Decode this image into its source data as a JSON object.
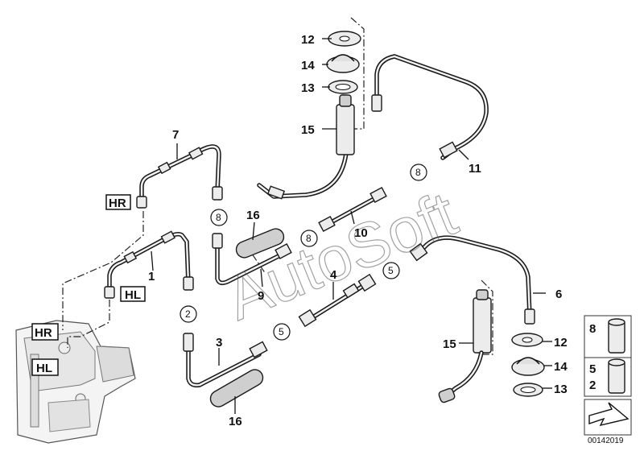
{
  "diagram": {
    "part_numbers": [
      {
        "id": "p12a",
        "text": "12"
      },
      {
        "id": "p14a",
        "text": "14"
      },
      {
        "id": "p13a",
        "text": "13"
      },
      {
        "id": "p15a",
        "text": "15"
      },
      {
        "id": "p7",
        "text": "7"
      },
      {
        "id": "p11",
        "text": "11"
      },
      {
        "id": "p16a",
        "text": "16"
      },
      {
        "id": "p10",
        "text": "10"
      },
      {
        "id": "p1",
        "text": "1"
      },
      {
        "id": "p9",
        "text": "9"
      },
      {
        "id": "p4",
        "text": "4"
      },
      {
        "id": "p6",
        "text": "6"
      },
      {
        "id": "p3",
        "text": "3"
      },
      {
        "id": "p16b",
        "text": "16"
      },
      {
        "id": "p15b",
        "text": "15"
      },
      {
        "id": "p12b",
        "text": "12"
      },
      {
        "id": "p14b",
        "text": "14"
      },
      {
        "id": "p13b",
        "text": "13"
      }
    ],
    "circled_numbers": [
      {
        "id": "c8a",
        "text": "8"
      },
      {
        "id": "c8b",
        "text": "8"
      },
      {
        "id": "c8c",
        "text": "8"
      },
      {
        "id": "c5a",
        "text": "5"
      },
      {
        "id": "c2",
        "text": "2"
      },
      {
        "id": "c5b",
        "text": "5"
      }
    ],
    "boxed_labels": [
      {
        "id": "hr1",
        "text": "HR"
      },
      {
        "id": "hl1",
        "text": "HL"
      },
      {
        "id": "hr2",
        "text": "HR"
      },
      {
        "id": "hl2",
        "text": "HL"
      }
    ],
    "legend": {
      "top": {
        "label": "8"
      },
      "bottom": {
        "label_a": "5",
        "label_b": "2"
      }
    },
    "watermark": "AutoSoft",
    "diagram_code": "00142019"
  }
}
